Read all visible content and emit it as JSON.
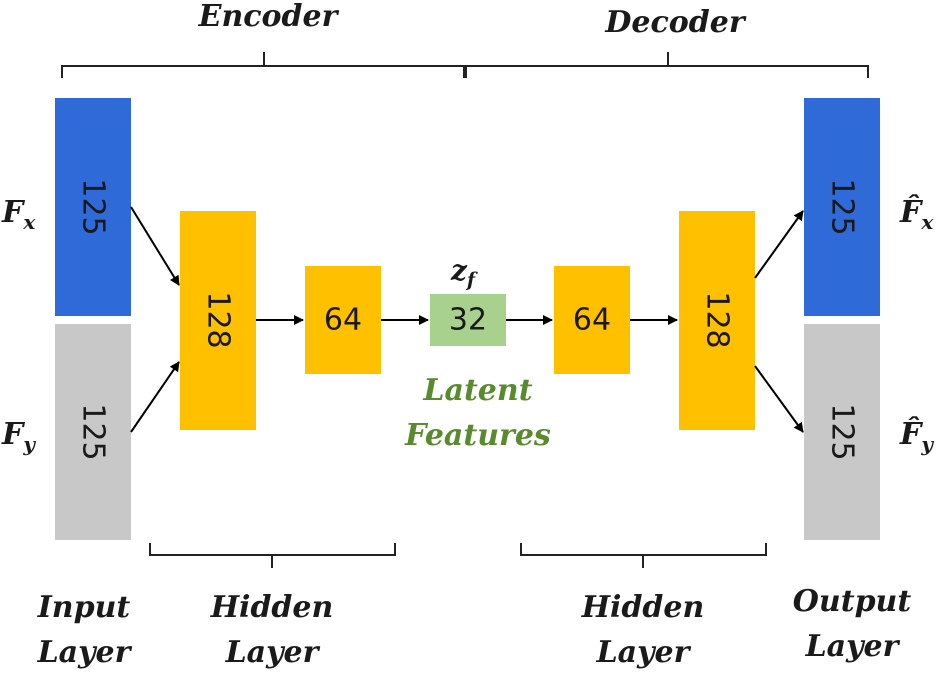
{
  "colors": {
    "blue": "#2F6BD8",
    "gray": "#C8C8C8",
    "orange": "#FFC000",
    "green": "#A9D18E",
    "green_text": "#5A8A2E",
    "text": "#1a1a1a"
  },
  "sections": {
    "encoder": "Encoder",
    "decoder": "Decoder"
  },
  "nodes": {
    "input_x": "125",
    "input_y": "125",
    "enc_hidden_1": "128",
    "enc_hidden_2": "64",
    "latent": "32",
    "dec_hidden_1": "64",
    "dec_hidden_2": "128",
    "output_x": "125",
    "output_y": "125"
  },
  "symbols": {
    "fx_base": "F",
    "fx_sub": "x",
    "fy_base": "F",
    "fy_sub": "y",
    "fx_hat_base": "F̂",
    "fx_hat_sub": "x",
    "fy_hat_base": "F̂",
    "fy_hat_sub": "y",
    "zf_base": "z",
    "zf_sub": "f"
  },
  "latent_caption": {
    "line1": "Latent",
    "line2": "Features"
  },
  "layer_labels": {
    "input_line1": "Input",
    "input_line2": "Layer",
    "hidden_enc_line1": "Hidden",
    "hidden_enc_line2": "Layer",
    "hidden_dec_line1": "Hidden",
    "hidden_dec_line2": "Layer",
    "output_line1": "Output",
    "output_line2": "Layer"
  }
}
